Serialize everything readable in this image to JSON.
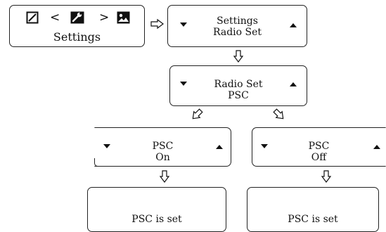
{
  "start_screen": {
    "icons": [
      "no-symbol-icon",
      "chevron-left-icon",
      "wrench-icon",
      "chevron-right-icon",
      "picture-icon"
    ],
    "chevron_left": "<",
    "chevron_right": ">",
    "label": "Settings"
  },
  "settings_screen": {
    "line1": "Settings",
    "line2": "Radio Set"
  },
  "radio_set_screen": {
    "line1": "Radio Set",
    "line2": "PSC"
  },
  "psc_on_screen": {
    "line1": "PSC",
    "line2": "On"
  },
  "psc_off_screen": {
    "line1": "PSC",
    "line2": "Off"
  },
  "psc_set_left": {
    "text": "PSC is set"
  },
  "psc_set_right": {
    "text": "PSC is set"
  }
}
